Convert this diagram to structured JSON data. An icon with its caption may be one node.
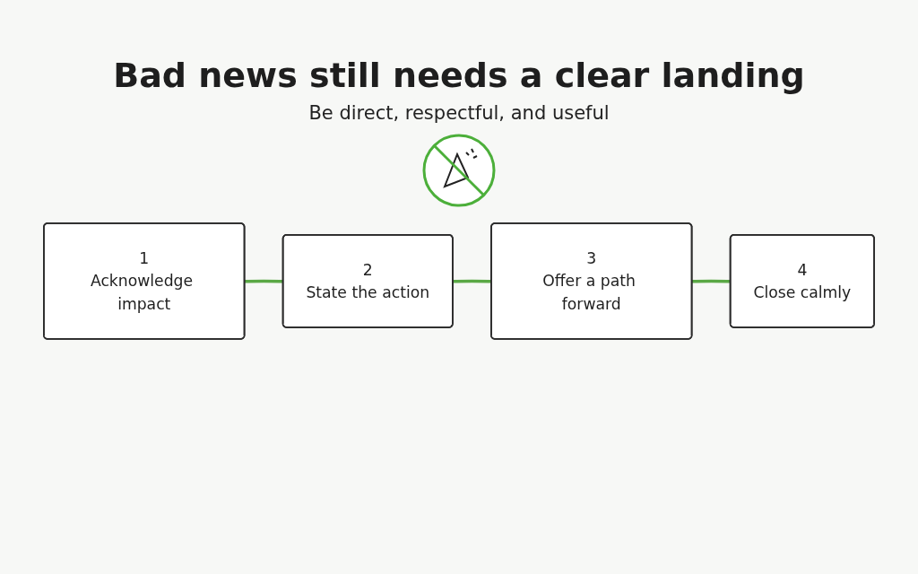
{
  "diagram": {
    "title": "Bad news still needs a clear landing",
    "nodes": [
      {
        "text": [
          "1",
          "Acknowledge impact"
        ]
      },
      {
        "text": [
          "2",
          "State the action"
        ]
      },
      {
        "text": [
          "3",
          "Offer a path forward"
        ]
      },
      {
        "text": [
          "4",
          "Close calmly"
        ]
      }
    ],
    "edges": [
      {
        "from": 0,
        "to": 1,
        "arrow": "none"
      },
      {
        "from": 1,
        "to": 2,
        "arrow": "none"
      },
      {
        "from": 2,
        "to": 3,
        "arrow": "none"
      }
    ],
    "labels": [
      "Be direct, respectful, and useful"
    ]
  }
}
